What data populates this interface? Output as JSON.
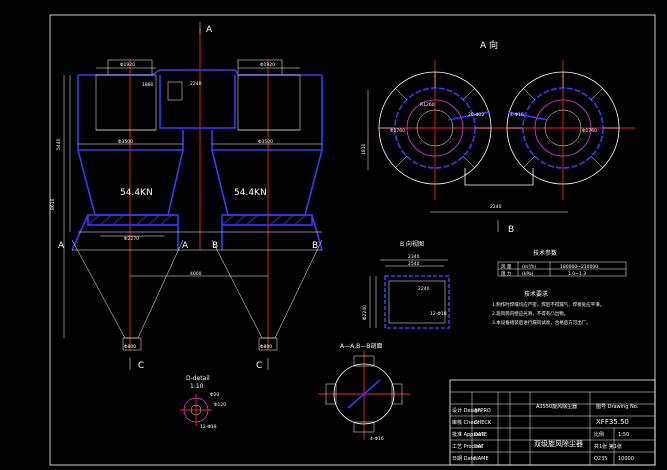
{
  "labels": {
    "section_a_top": "A",
    "view_a": "A 向",
    "section_a_left": "A",
    "section_a_mid": "A",
    "section_b_1": "B",
    "section_b_2": "B",
    "section_b_view": "B",
    "section_c_1": "C",
    "section_c_2": "C",
    "load_left": "54.4KN",
    "load_right": "54.4KN",
    "section_aa": "A—A,B—B剖面",
    "detail_title": "D-detail",
    "detail_scale": "1:10",
    "b_view_title": "B 向视图",
    "tech_title": "技术要求",
    "spec_title": "技术参数"
  },
  "dims": {
    "d1": "Φ1920",
    "d2": "Φ1920",
    "d3": "1880",
    "d4": "2240",
    "d5": "Φ3500",
    "d6": "Φ3500",
    "d7": "Φ2270",
    "d8": "4000",
    "d9": "Φ800",
    "d10": "Φ800",
    "d11": "5440",
    "d12": "8610",
    "d13": "2240",
    "d14": "Φ1760",
    "d15": "Φ1760",
    "d16": "1810",
    "d17": "2240",
    "d18": "Φ2240",
    "d19": "R1260",
    "d20": "20-Φ22",
    "d21": "4-Φ16",
    "d22": "2340",
    "d23": "2540",
    "d24": "Φ20",
    "d25": "Φ120",
    "d26": "12-Φ18"
  },
  "spec": {
    "r1c1": "风 量",
    "r1c2": "(m³/h)",
    "r1c3": "180000~210000",
    "r2c1": "阻 力",
    "r2c2": "(kPa)",
    "r2c3": "1.0~1.3"
  },
  "tech": [
    "1.制作时焊缝均应严密，焊后不得漏气，焊接处应平滑。",
    "2.旋风筒内壁应光滑，不得有凸出物。",
    "3.本设备组装后进行漏风试验，合格后方可出厂。"
  ],
  "title_block": {
    "project": "A3550旋风除尘器",
    "drawing_no": "XFF35.50",
    "title": "双级旋风除尘器",
    "company": "图号 Drawing No.",
    "scale_label": "比例",
    "scale": "1:50",
    "sheet": "共1张 第1张",
    "material": "Q235",
    "weight": "10000",
    "rows": [
      "设计 Design",
      "审核 Check",
      "批准 Approve",
      "工艺 Process",
      "日期 Date"
    ],
    "names": [
      "APPRO",
      "CHECK",
      "DATE",
      "DAT",
      "NAME"
    ]
  }
}
